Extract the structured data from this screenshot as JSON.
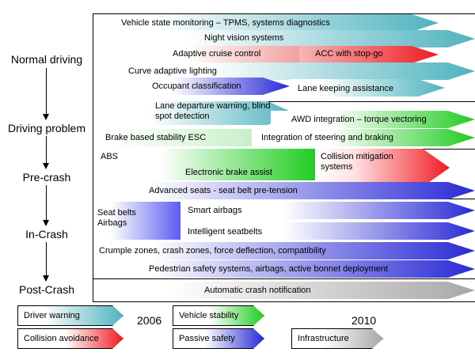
{
  "phases": [
    "Normal driving",
    "Driving problem",
    "Pre-crash",
    "In-Crash",
    "Post-Crash"
  ],
  "features": {
    "tpms": "Vehicle state monitoring – TPMS, systems diagnostics",
    "night_vision": "Night vision systems",
    "acc": "Adaptive cruise control",
    "acc_stop_go": "ACC with stop-go",
    "curve_lighting": "Curve adaptive lighting",
    "occupant": "Occupant classification",
    "lane_keeping": "Lane keeping assistance",
    "lane_departure": "Lane departure warning, blind spot detection",
    "awd": "AWD integration – torque vectoring",
    "esc": "Brake based stability ESC",
    "steer_brake": "Integration of steering and braking",
    "abs": "ABS",
    "brake_assist": "Electronic brake assist",
    "collision_mitigation": "Collision mitigation systems",
    "advanced_seats": "Advanced seats - seat belt pre-tension",
    "seatbelts_airbags": "Seat belts Airbags",
    "smart_airbags": "Smart airbags",
    "intelligent_seatbelts": "Intelligent seatbelts",
    "crumple": "Crumple zones, crash zones, force deflection, compatibility",
    "pedestrian": "Pedestrian safety systems, airbags, active bonnet deployment",
    "crash_notification": "Automatic crash notification"
  },
  "legend": {
    "driver_warning": "Driver warning",
    "collision_avoidance": "Collision avoidance",
    "vehicle_stability": "Vehicle stability",
    "passive_safety": "Passive safety",
    "infrastructure": "Infrastructure"
  },
  "years": [
    "2006",
    "2010"
  ],
  "colors": {
    "driver_warning": "#4fb3bf",
    "collision_avoidance": "#ef1c24",
    "vehicle_stability": "#22cc22",
    "passive_safety": "#2a2ad6",
    "infrastructure": "#a8a8a8"
  }
}
